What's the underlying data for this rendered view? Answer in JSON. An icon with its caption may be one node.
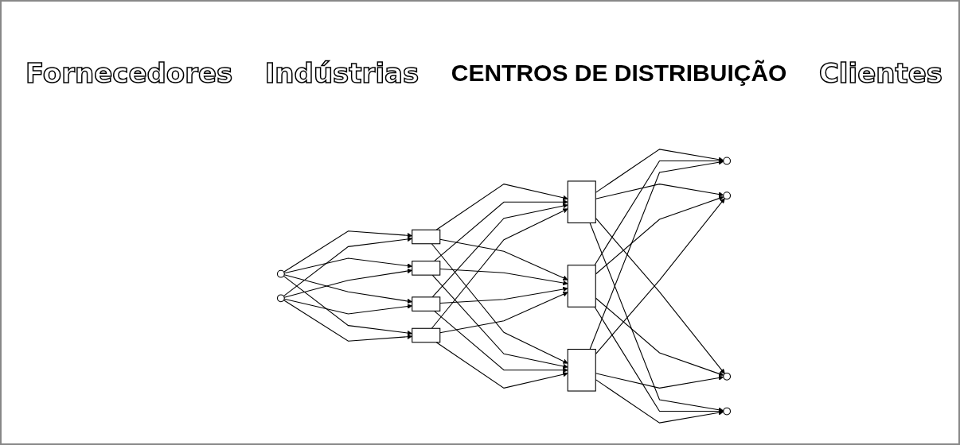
{
  "diagram": {
    "nodes": [
      {
        "text": [],
        "shape": "circle"
      },
      {
        "text": [],
        "shape": "circle"
      },
      {
        "text": [],
        "shape": "box"
      },
      {
        "text": [],
        "shape": "box"
      },
      {
        "text": [],
        "shape": "box"
      },
      {
        "text": [],
        "shape": "box"
      },
      {
        "text": [],
        "shape": "bar"
      },
      {
        "text": [],
        "shape": "bar"
      },
      {
        "text": [],
        "shape": "bar"
      },
      {
        "text": [],
        "shape": "circle"
      },
      {
        "text": [],
        "shape": "circle"
      },
      {
        "text": [],
        "shape": "circle"
      },
      {
        "text": [],
        "shape": "circle"
      }
    ],
    "edges": [
      {
        "from": 0,
        "to": 2,
        "arrow": "to"
      },
      {
        "from": 0,
        "to": 3,
        "arrow": "to"
      },
      {
        "from": 0,
        "to": 4,
        "arrow": "to"
      },
      {
        "from": 0,
        "to": 5,
        "arrow": "to"
      },
      {
        "from": 1,
        "to": 2,
        "arrow": "to"
      },
      {
        "from": 1,
        "to": 3,
        "arrow": "to"
      },
      {
        "from": 1,
        "to": 4,
        "arrow": "to"
      },
      {
        "from": 1,
        "to": 5,
        "arrow": "to"
      },
      {
        "from": 2,
        "to": 6,
        "arrow": "to"
      },
      {
        "from": 2,
        "to": 7,
        "arrow": "to"
      },
      {
        "from": 2,
        "to": 8,
        "arrow": "to"
      },
      {
        "from": 3,
        "to": 6,
        "arrow": "to"
      },
      {
        "from": 3,
        "to": 7,
        "arrow": "to"
      },
      {
        "from": 3,
        "to": 8,
        "arrow": "to"
      },
      {
        "from": 4,
        "to": 6,
        "arrow": "to"
      },
      {
        "from": 4,
        "to": 7,
        "arrow": "to"
      },
      {
        "from": 4,
        "to": 8,
        "arrow": "to"
      },
      {
        "from": 5,
        "to": 6,
        "arrow": "to"
      },
      {
        "from": 5,
        "to": 7,
        "arrow": "to"
      },
      {
        "from": 5,
        "to": 8,
        "arrow": "to"
      },
      {
        "from": 6,
        "to": 9,
        "arrow": "to"
      },
      {
        "from": 6,
        "to": 10,
        "arrow": "to"
      },
      {
        "from": 6,
        "to": 11,
        "arrow": "to"
      },
      {
        "from": 6,
        "to": 12,
        "arrow": "to"
      },
      {
        "from": 7,
        "to": 9,
        "arrow": "to"
      },
      {
        "from": 7,
        "to": 10,
        "arrow": "to"
      },
      {
        "from": 7,
        "to": 11,
        "arrow": "to"
      },
      {
        "from": 7,
        "to": 12,
        "arrow": "to"
      },
      {
        "from": 8,
        "to": 9,
        "arrow": "to"
      },
      {
        "from": 8,
        "to": 10,
        "arrow": "to"
      },
      {
        "from": 8,
        "to": 11,
        "arrow": "to"
      },
      {
        "from": 8,
        "to": 12,
        "arrow": "to"
      }
    ],
    "labels": [
      "Fornecedores",
      "Indústrias",
      "CENTROS DE DISTRIBUIÇÃO",
      "Clientes"
    ]
  }
}
